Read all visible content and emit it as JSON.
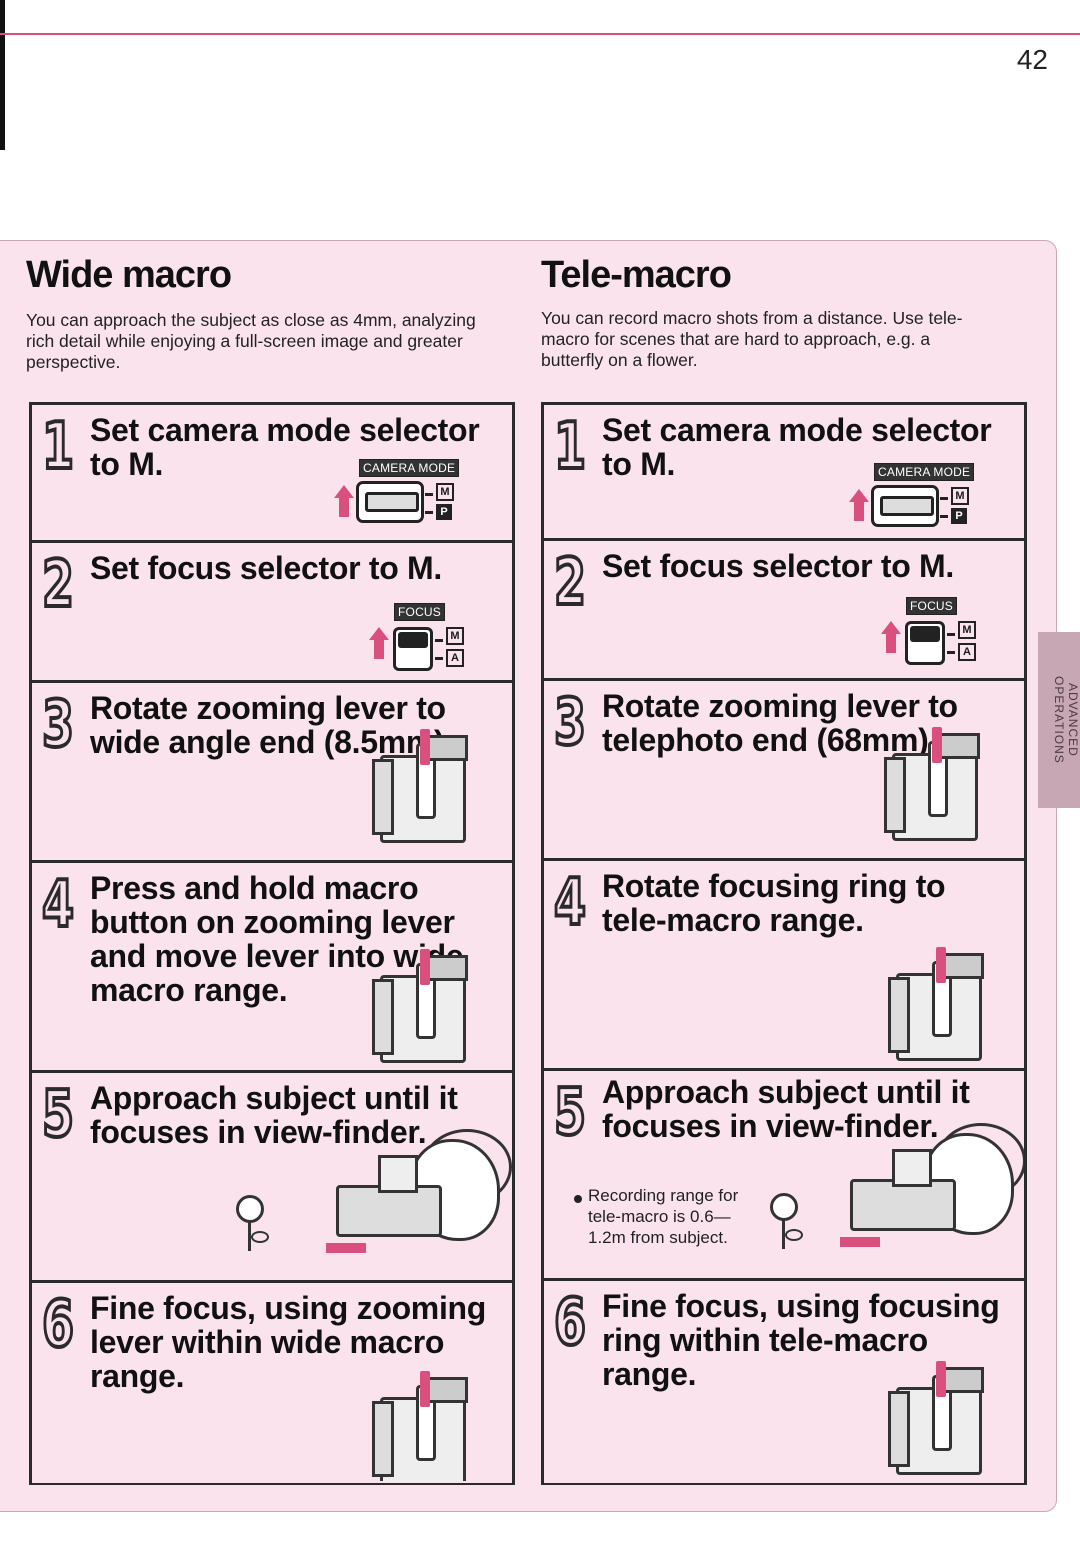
{
  "page_number": "42",
  "side_tab": "ADVANCED OPERATIONS",
  "wide": {
    "title": "Wide macro",
    "intro": "You can approach the subject as close as 4mm, analyzing rich detail while enjoying a full-screen image and greater perspective.",
    "steps": [
      {
        "num": "1",
        "text": "Set camera mode selector to M."
      },
      {
        "num": "2",
        "text": "Set focus selector to M."
      },
      {
        "num": "3",
        "text": "Rotate zooming lever to wide angle end (8.5mm)."
      },
      {
        "num": "4",
        "text": "Press and hold macro button on zooming lever and move lever into wide macro range."
      },
      {
        "num": "5",
        "text": "Approach subject until it focuses in view-finder."
      },
      {
        "num": "6",
        "text": "Fine focus, using zooming lever within wide macro range."
      }
    ]
  },
  "tele": {
    "title": "Tele-macro",
    "intro": "You can record macro shots from a distance. Use tele-macro for scenes that are hard to approach, e.g. a butterfly on a flower.",
    "steps": [
      {
        "num": "1",
        "text": "Set camera mode selector to M."
      },
      {
        "num": "2",
        "text": "Set focus selector to M."
      },
      {
        "num": "3",
        "text": "Rotate zooming lever to telephoto end (68mm)."
      },
      {
        "num": "4",
        "text": "Rotate focusing ring to tele-macro range."
      },
      {
        "num": "5",
        "text": "Approach subject until it focuses in view-finder."
      },
      {
        "num": "6",
        "text": "Fine focus, using focusing ring within tele-macro range."
      }
    ],
    "note": "Recording range for tele-macro is 0.6—1.2m from subject."
  },
  "labels": {
    "camera_mode": "CAMERA MODE",
    "focus": "FOCUS",
    "m": "M",
    "p": "P",
    "a": "A"
  }
}
